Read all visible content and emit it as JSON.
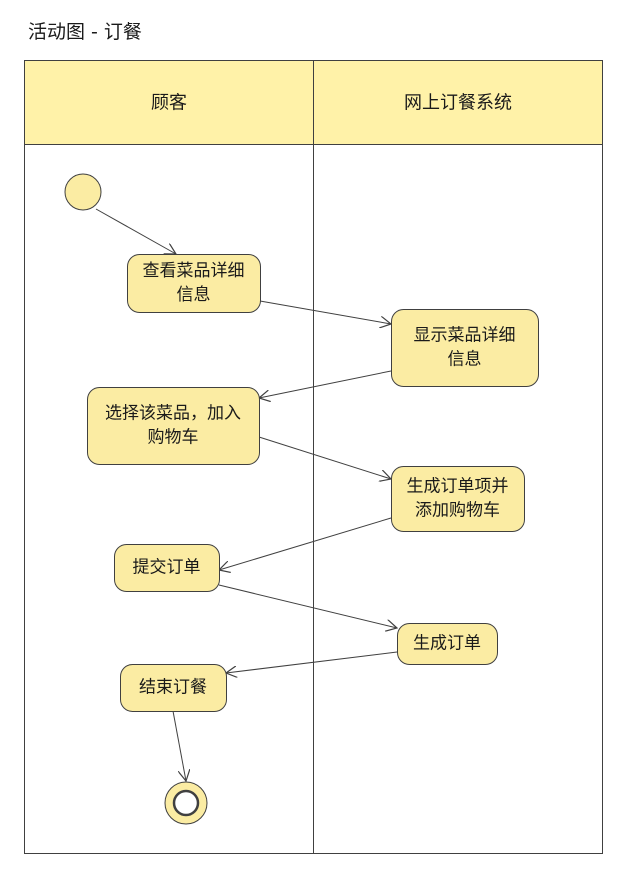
{
  "diagram": {
    "title": "活动图 - 订餐",
    "lanes": [
      {
        "id": "customer",
        "label": "顾客"
      },
      {
        "id": "system",
        "label": "网上订餐系统"
      }
    ],
    "nodes": [
      {
        "id": "start",
        "type": "initial",
        "lane": "customer"
      },
      {
        "id": "view",
        "type": "action",
        "lane": "customer",
        "lines": [
          "查看菜品详细",
          "信息"
        ]
      },
      {
        "id": "show",
        "type": "action",
        "lane": "system",
        "lines": [
          "显示菜品详细",
          "信息"
        ]
      },
      {
        "id": "select",
        "type": "action",
        "lane": "customer",
        "lines": [
          "选择该菜品，加入",
          "购物车"
        ]
      },
      {
        "id": "gen_item",
        "type": "action",
        "lane": "system",
        "lines": [
          "生成订单项并",
          "添加购物车"
        ]
      },
      {
        "id": "submit",
        "type": "action",
        "lane": "customer",
        "lines": [
          "提交订单"
        ]
      },
      {
        "id": "gen_order",
        "type": "action",
        "lane": "system",
        "lines": [
          "生成订单"
        ]
      },
      {
        "id": "end_order",
        "type": "action",
        "lane": "customer",
        "lines": [
          "结束订餐"
        ]
      },
      {
        "id": "final",
        "type": "final",
        "lane": "customer"
      }
    ],
    "edges": [
      {
        "from": "start",
        "to": "view"
      },
      {
        "from": "view",
        "to": "show"
      },
      {
        "from": "show",
        "to": "select"
      },
      {
        "from": "select",
        "to": "gen_item"
      },
      {
        "from": "gen_item",
        "to": "submit"
      },
      {
        "from": "submit",
        "to": "gen_order"
      },
      {
        "from": "gen_order",
        "to": "end_order"
      },
      {
        "from": "end_order",
        "to": "final"
      }
    ],
    "colors": {
      "header_fill": "#fff2a8",
      "node_fill": "#fbeca3",
      "stroke": "#404040"
    }
  }
}
